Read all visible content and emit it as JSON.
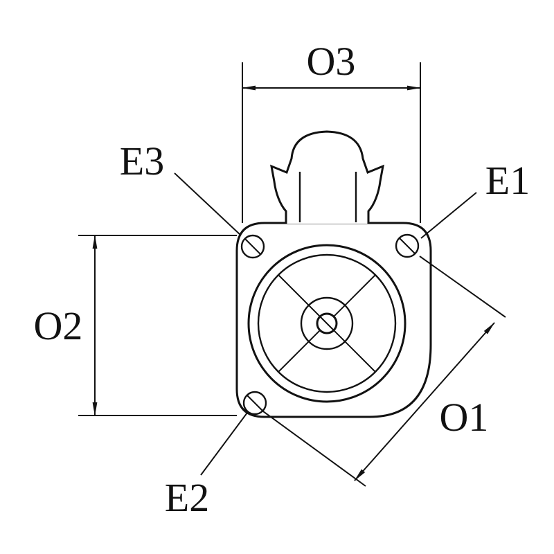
{
  "page": {
    "background": "#ffffff",
    "line_color": "#121212"
  },
  "drawing": {
    "type": "technical-dimension-drawing",
    "labels": {
      "o1": "O1",
      "o2": "O2",
      "o3": "O3",
      "e1": "E1",
      "e2": "E2",
      "e3": "E3"
    }
  }
}
